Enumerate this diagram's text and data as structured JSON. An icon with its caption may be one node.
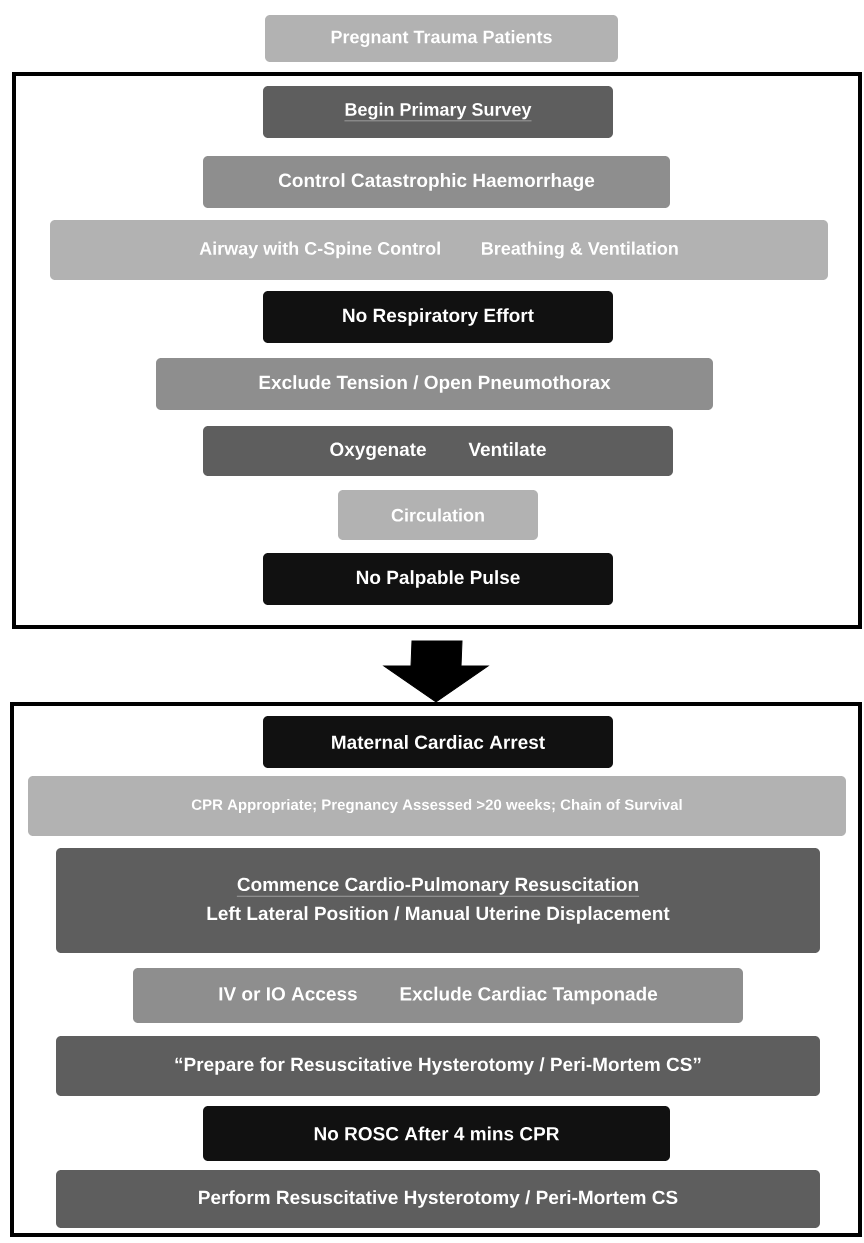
{
  "diagram": {
    "nodes": [
      {
        "text": [
          "Pregnant Trauma Patients"
        ]
      },
      {
        "text": [],
        "shape": "box"
      },
      {
        "text": [
          "Begin Primary Survey"
        ],
        "in": 1
      },
      {
        "text": [
          "Control Catastrophic Haemorrhage"
        ],
        "in": 1
      },
      {
        "text": [
          "Airway with C-Spine Control",
          "Breathing & Ventilation"
        ],
        "in": 1
      },
      {
        "text": [
          "No Respiratory Effort"
        ],
        "in": 1
      },
      {
        "text": [
          "Exclude Tension / Open Pneumothorax"
        ],
        "in": 1
      },
      {
        "text": [
          "Oxygenate",
          "Ventilate"
        ],
        "in": 1
      },
      {
        "text": [
          "Circulation"
        ],
        "in": 1
      },
      {
        "text": [
          "No Palpable Pulse"
        ],
        "in": 1
      },
      {
        "text": [],
        "shape": "box"
      },
      {
        "text": [
          "Maternal Cardiac Arrest"
        ],
        "in": 10
      },
      {
        "text": [
          "CPR Appropriate; Pregnancy Assessed >20 weeks; Chain of Survival"
        ],
        "in": 10
      },
      {
        "text": [
          "Commence Cardio-Pulmonary Resuscitation",
          "Left Lateral Position / Manual Uterine Displacement"
        ],
        "in": 10
      },
      {
        "text": [
          "IV or IO Access",
          "Exclude Cardiac Tamponade"
        ],
        "in": 10
      },
      {
        "text": [
          "“Prepare for Resuscitative Hysterotomy / Peri-Mortem CS”"
        ],
        "in": 10
      },
      {
        "text": [
          "No ROSC After 4 mins CPR"
        ],
        "in": 10
      },
      {
        "text": [
          "Perform Resuscitative Hysterotomy / Peri-Mortem CS"
        ],
        "in": 10
      }
    ],
    "edges": [
      {
        "from": 1,
        "to": 10,
        "arrow": "to",
        "style": "thick"
      }
    ]
  }
}
